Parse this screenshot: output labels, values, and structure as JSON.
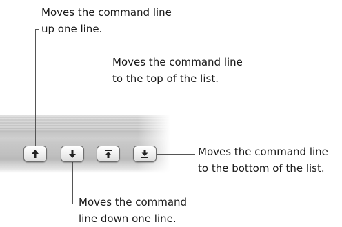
{
  "callouts": {
    "move_up": {
      "line1": "Moves the command line",
      "line2": "up one line."
    },
    "move_top": {
      "line1": "Moves the command line",
      "line2": "to the top of the list."
    },
    "move_bottom": {
      "line1": "Moves the command line",
      "line2": "to the bottom of the list."
    },
    "move_down": {
      "line1": "Moves the command",
      "line2": "line down one line."
    }
  },
  "buttons": [
    {
      "name": "move-up-button",
      "icon": "arrow-up-icon"
    },
    {
      "name": "move-down-button",
      "icon": "arrow-down-icon"
    },
    {
      "name": "move-to-top-button",
      "icon": "arrow-up-to-bar-icon"
    },
    {
      "name": "move-to-bottom-button",
      "icon": "arrow-down-to-bar-icon"
    }
  ],
  "colors": {
    "text": "#1a1a1a",
    "leader_line": "#555555",
    "button_border": "#6e6e6e",
    "arrow": "#222222"
  }
}
